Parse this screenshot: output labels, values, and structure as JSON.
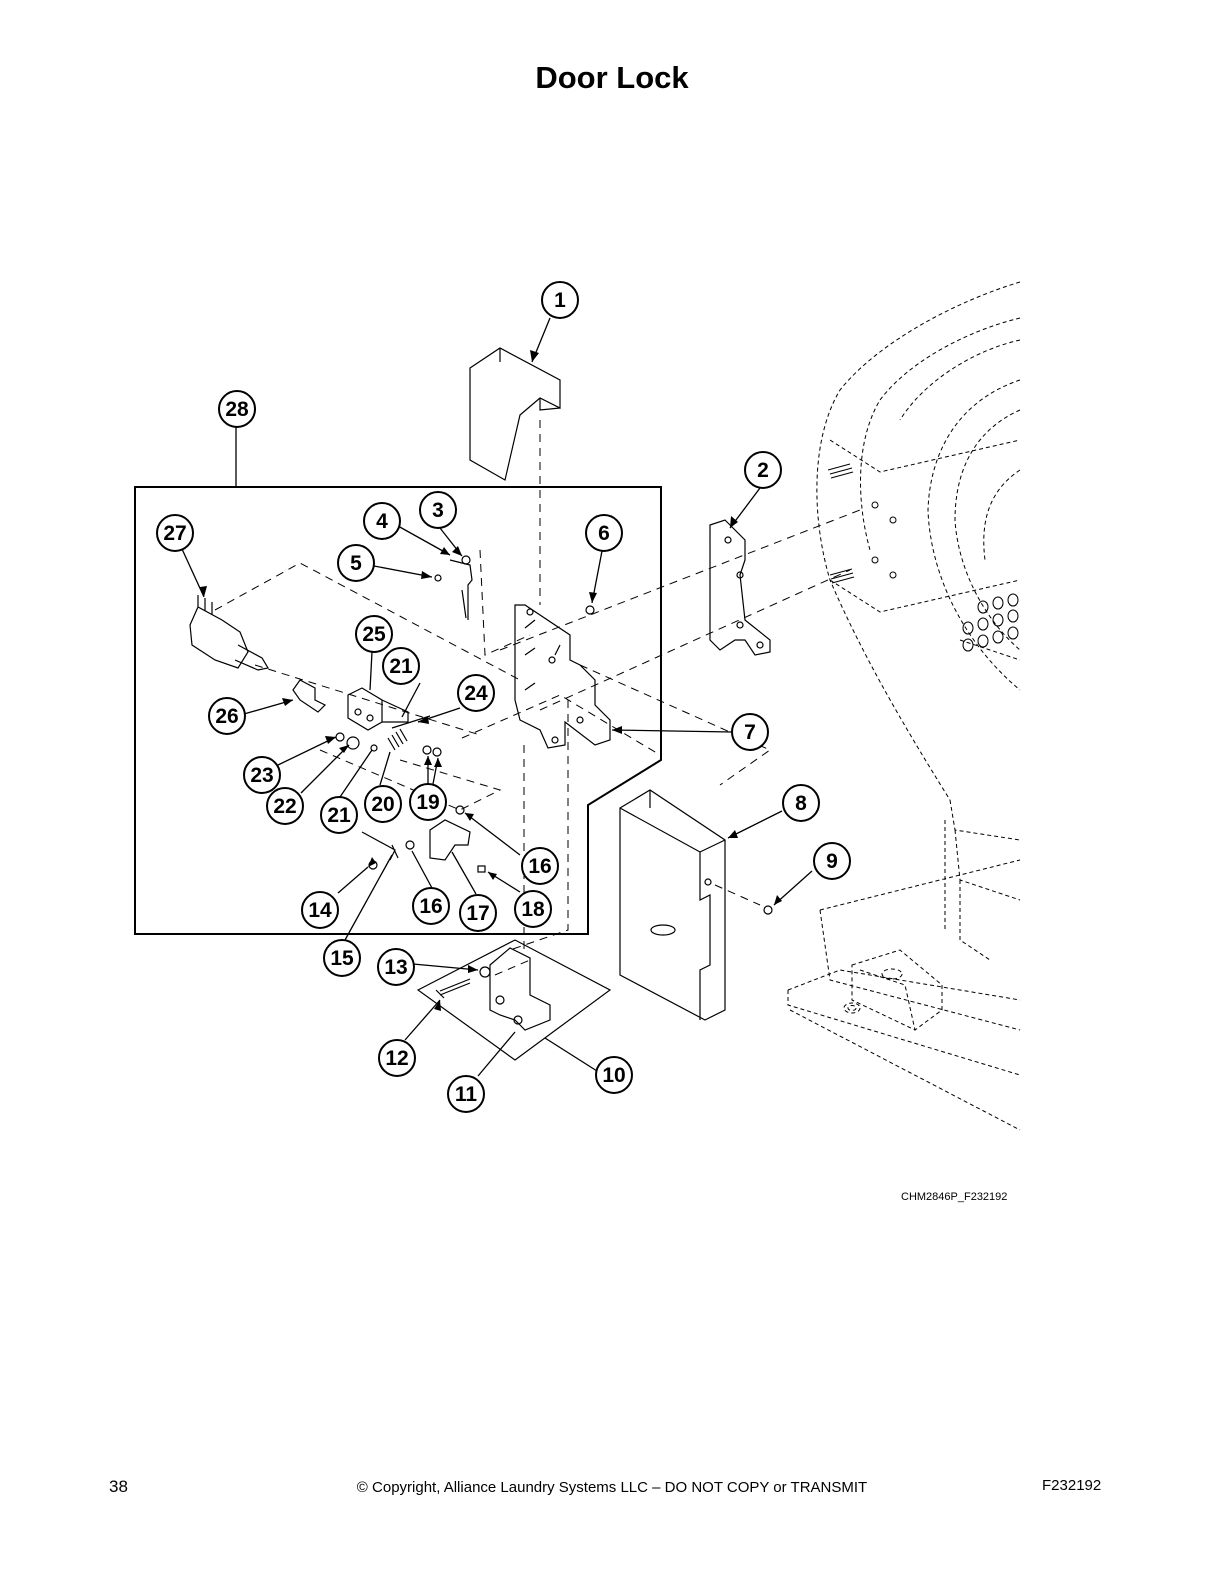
{
  "page": {
    "title": "Door Lock",
    "drawing_id": "CHM2846P_F232192",
    "page_number": "38",
    "copyright": "© Copyright, Alliance Laundry Systems LLC – DO NOT COPY or TRANSMIT",
    "doc_code": "F232192"
  },
  "callouts": [
    "1",
    "2",
    "3",
    "4",
    "5",
    "6",
    "7",
    "8",
    "9",
    "10",
    "11",
    "12",
    "13",
    "14",
    "15",
    "16",
    "16",
    "17",
    "18",
    "19",
    "20",
    "21",
    "21",
    "22",
    "23",
    "24",
    "25",
    "26",
    "27",
    "28"
  ]
}
